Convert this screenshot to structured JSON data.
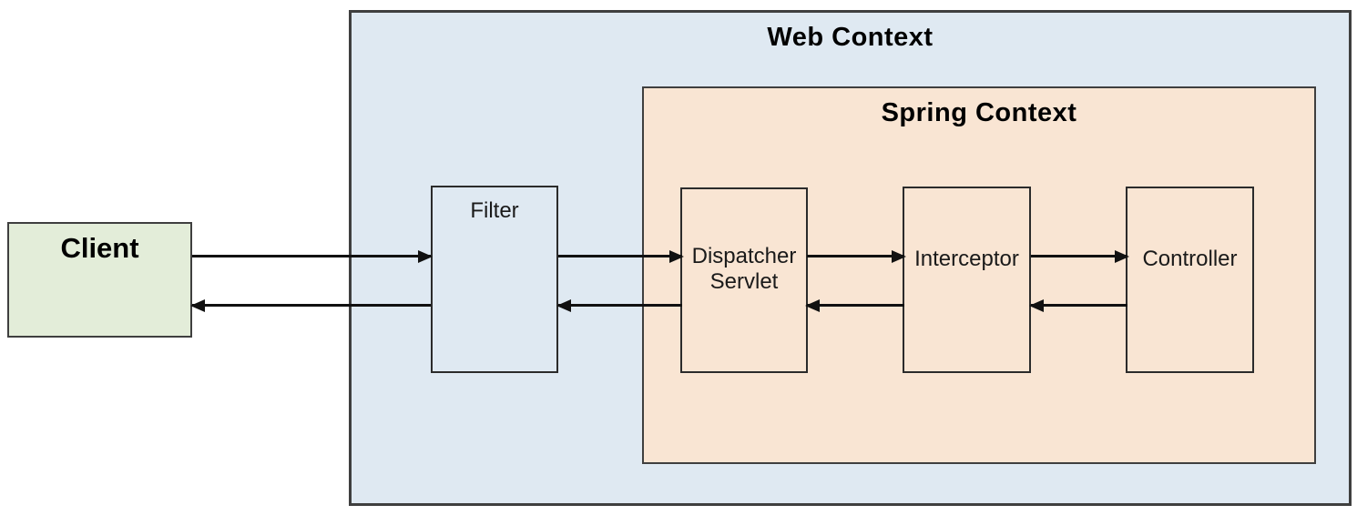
{
  "diagram": {
    "type": "architecture-flow",
    "web_context": {
      "label": "Web Context",
      "bg_color": "#dfe9f2"
    },
    "spring_context": {
      "label": "Spring Context",
      "bg_color": "#f9e5d3"
    },
    "nodes": {
      "client": {
        "label": "Client",
        "bg_color": "#e3edd9"
      },
      "filter": {
        "label": "Filter",
        "bg_color": "#dfe9f2"
      },
      "dispatcher": {
        "label": "Dispatcher Servlet",
        "bg_color": "#f9e5d3"
      },
      "interceptor": {
        "label": "Interceptor",
        "bg_color": "#f9e5d3"
      },
      "controller": {
        "label": "Controller",
        "bg_color": "#f9e5d3"
      }
    },
    "edges": [
      {
        "from": "Client",
        "to": "Filter",
        "direction": "forward"
      },
      {
        "from": "Filter",
        "to": "Client",
        "direction": "back"
      },
      {
        "from": "Filter",
        "to": "Dispatcher Servlet",
        "direction": "forward"
      },
      {
        "from": "Dispatcher Servlet",
        "to": "Filter",
        "direction": "back"
      },
      {
        "from": "Dispatcher Servlet",
        "to": "Interceptor",
        "direction": "forward"
      },
      {
        "from": "Interceptor",
        "to": "Dispatcher Servlet",
        "direction": "back"
      },
      {
        "from": "Interceptor",
        "to": "Controller",
        "direction": "forward"
      },
      {
        "from": "Controller",
        "to": "Interceptor",
        "direction": "back"
      }
    ],
    "colors": {
      "container_border": "#3f3f3f",
      "node_border": "#2b2b2b",
      "arrow": "#111111",
      "text": "#000000"
    }
  }
}
